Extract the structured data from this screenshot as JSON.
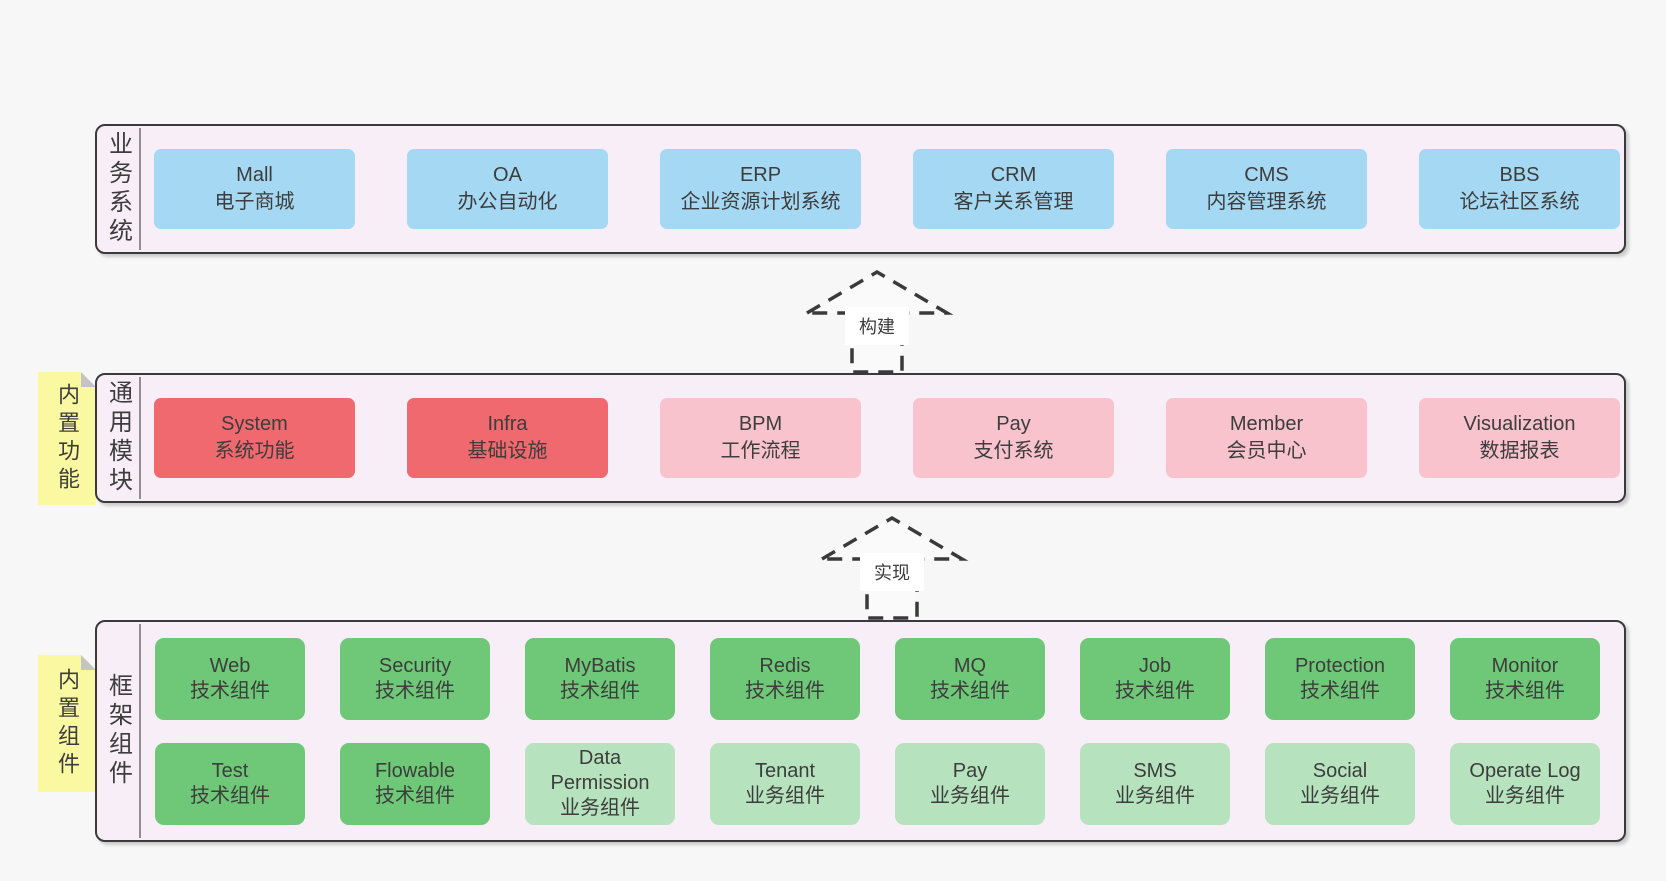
{
  "colors": {
    "page_bg": "#f7f7f7",
    "panel_bg": "#f8eef7",
    "panel_border": "#3a3a3a",
    "blue": "#a5d8f3",
    "red": "#f0696e",
    "pink": "#f9c3ce",
    "green": "#6ec878",
    "green_light": "#b6e3bd",
    "sticky_yellow": "#faf8a0",
    "text": "#3d3d3d"
  },
  "sections": {
    "business": {
      "label": "业务系统",
      "items": [
        {
          "name": "Mall",
          "subtitle": "电子商城"
        },
        {
          "name": "OA",
          "subtitle": "办公自动化"
        },
        {
          "name": "ERP",
          "subtitle": "企业资源计划系统"
        },
        {
          "name": "CRM",
          "subtitle": "客户关系管理"
        },
        {
          "name": "CMS",
          "subtitle": "内容管理系统"
        },
        {
          "name": "BBS",
          "subtitle": "论坛社区系统"
        }
      ]
    },
    "modules": {
      "label": "通用模块",
      "sticky": "内置功能",
      "items": [
        {
          "name": "System",
          "subtitle": "系统功能"
        },
        {
          "name": "Infra",
          "subtitle": "基础设施"
        },
        {
          "name": "BPM",
          "subtitle": "工作流程"
        },
        {
          "name": "Pay",
          "subtitle": "支付系统"
        },
        {
          "name": "Member",
          "subtitle": "会员中心"
        },
        {
          "name": "Visualization",
          "subtitle": "数据报表"
        }
      ]
    },
    "components": {
      "label": "框架组件",
      "sticky": "内置组件",
      "row1": [
        {
          "name": "Web",
          "subtitle": "技术组件"
        },
        {
          "name": "Security",
          "subtitle": "技术组件"
        },
        {
          "name": "MyBatis",
          "subtitle": "技术组件"
        },
        {
          "name": "Redis",
          "subtitle": "技术组件"
        },
        {
          "name": "MQ",
          "subtitle": "技术组件"
        },
        {
          "name": "Job",
          "subtitle": "技术组件"
        },
        {
          "name": "Protection",
          "subtitle": "技术组件"
        },
        {
          "name": "Monitor",
          "subtitle": "技术组件"
        }
      ],
      "row2": [
        {
          "name": "Test",
          "subtitle": "技术组件"
        },
        {
          "name": "Flowable",
          "subtitle": "技术组件"
        },
        {
          "name": "Data Permission",
          "subtitle": "业务组件"
        },
        {
          "name": "Tenant",
          "subtitle": "业务组件"
        },
        {
          "name": "Pay",
          "subtitle": "业务组件"
        },
        {
          "name": "SMS",
          "subtitle": "业务组件"
        },
        {
          "name": "Social",
          "subtitle": "业务组件"
        },
        {
          "name": "Operate Log",
          "subtitle": "业务组件"
        }
      ]
    }
  },
  "arrows": {
    "build": {
      "label": "构建"
    },
    "implement": {
      "label": "实现"
    }
  }
}
